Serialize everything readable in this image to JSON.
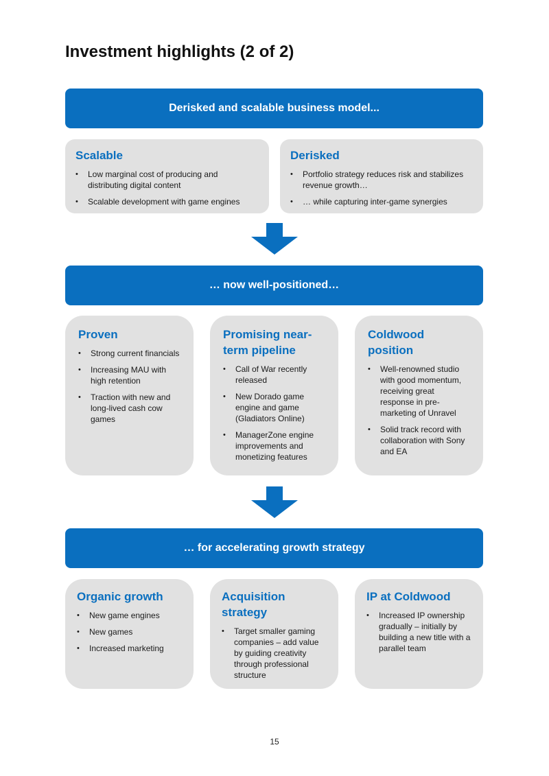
{
  "page": {
    "title": "Investment highlights (2 of 2)",
    "page_number": "15"
  },
  "colors": {
    "accent": "#0a6fbf",
    "card_bg": "#e1e1e1"
  },
  "icons": {
    "arrow": "down-arrow-icon"
  },
  "section1": {
    "banner": "Derisked and scalable business model...",
    "cards": [
      {
        "title": "Scalable",
        "bullets": [
          "Low marginal cost of producing and distributing digital content",
          "Scalable development with game engines"
        ]
      },
      {
        "title": "Derisked",
        "bullets": [
          "Portfolio strategy reduces risk and stabilizes revenue growth…",
          "… while capturing inter-game synergies"
        ]
      }
    ]
  },
  "section2": {
    "banner": "… now well-positioned…",
    "cards": [
      {
        "title": "Proven",
        "bullets": [
          "Strong current financials",
          "Increasing MAU with high retention",
          "Traction with new and long-lived cash cow games"
        ]
      },
      {
        "title": "Promising near-term pipeline",
        "bullets": [
          "Call of War recently released",
          "New Dorado game engine and game (Gladiators Online)",
          "ManagerZone engine improvements and monetizing features"
        ]
      },
      {
        "title": "Coldwood position",
        "bullets": [
          "Well-renowned studio with good momentum, receiving great response in pre-marketing of Unravel",
          "Solid track record with collaboration with Sony and EA"
        ]
      }
    ]
  },
  "section3": {
    "banner": "… for accelerating growth strategy",
    "cards": [
      {
        "title": "Organic growth",
        "bullets": [
          "New game engines",
          "New games",
          "Increased marketing"
        ]
      },
      {
        "title": "Acquisition strategy",
        "bullets": [
          "Target smaller gaming companies – add value by guiding creativity through professional structure"
        ]
      },
      {
        "title": "IP at Coldwood",
        "bullets": [
          "Increased IP ownership gradually – initially by building a new title with a parallel team"
        ]
      }
    ]
  },
  "bullet_glyph": "•"
}
